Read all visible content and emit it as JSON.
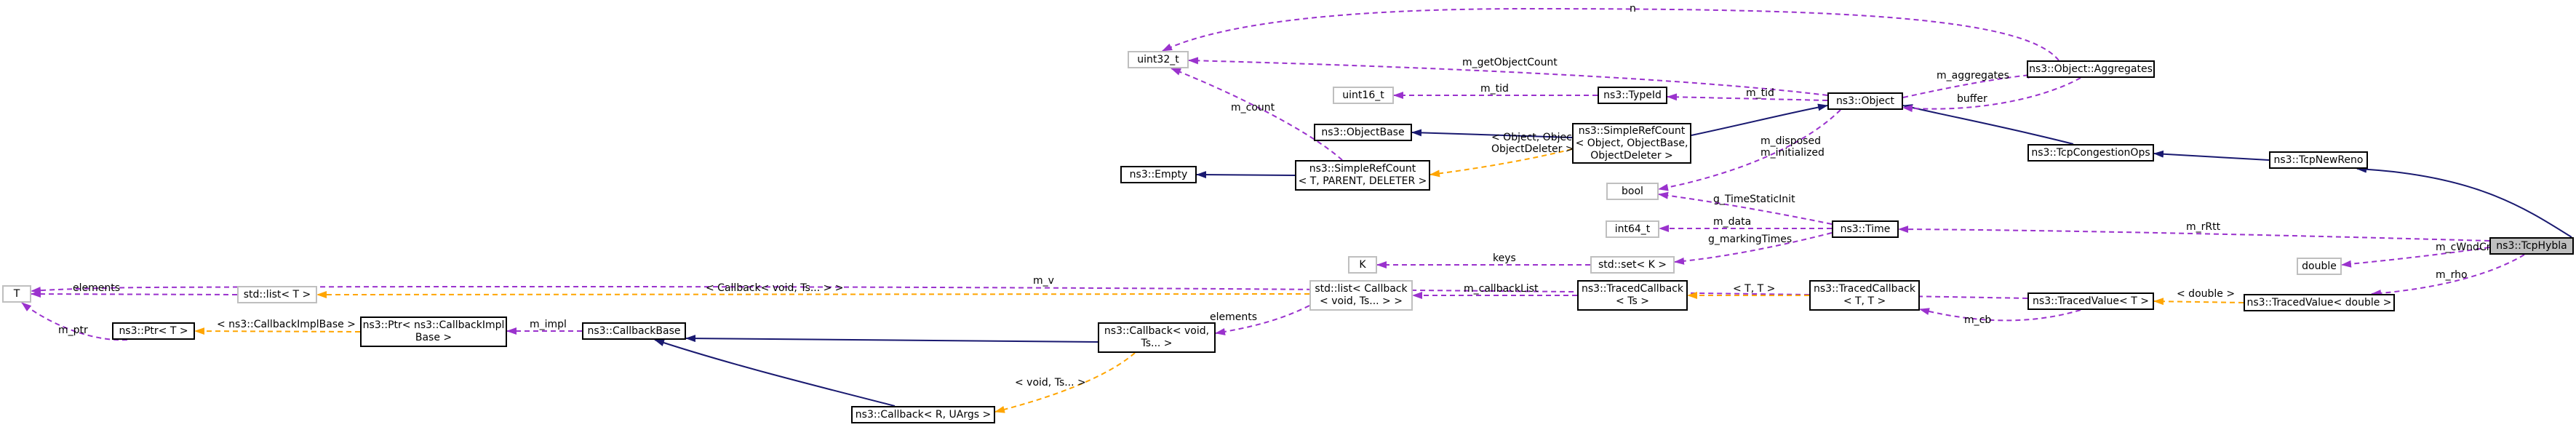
{
  "nodes": {
    "TcpHybla": [
      "ns3::TcpHybla"
    ],
    "TcpNewReno": [
      "ns3::TcpNewReno"
    ],
    "TcpCongestionOps": [
      "ns3::TcpCongestionOps"
    ],
    "Object": [
      "ns3::Object"
    ],
    "SimpleRefCountObj": [
      "ns3::SimpleRefCount",
      "< Object, ObjectBase,",
      "ObjectDeleter >"
    ],
    "ObjectBase": [
      "ns3::ObjectBase"
    ],
    "SimpleRefCountT": [
      "ns3::SimpleRefCount",
      "< T, PARENT, DELETER >"
    ],
    "Empty": [
      "ns3::Empty"
    ],
    "uint32": [
      "uint32_t"
    ],
    "uint16": [
      "uint16_t"
    ],
    "TypeId": [
      "ns3::TypeId"
    ],
    "Aggregates": [
      "ns3::Object::Aggregates"
    ],
    "bool": [
      "bool"
    ],
    "Time": [
      "ns3::Time"
    ],
    "int64": [
      "int64_t"
    ],
    "K": [
      "K"
    ],
    "stdset": [
      "std::set< K >"
    ],
    "double": [
      "double"
    ],
    "TracedValueDouble": [
      "ns3::TracedValue< double >"
    ],
    "TracedValueT": [
      "ns3::TracedValue< T >"
    ],
    "T": [
      "T"
    ],
    "stdlistT": [
      "std::list< T >"
    ],
    "PtrT": [
      "ns3::Ptr< T >"
    ],
    "PtrImpl": [
      "ns3::Ptr< ns3::CallbackImpl",
      "Base >"
    ],
    "CallbackBase": [
      "ns3::CallbackBase"
    ],
    "CallbackVoid": [
      "ns3::Callback< void,",
      "Ts... >"
    ],
    "CallbackR": [
      "ns3::Callback< R, UArgs >"
    ],
    "stdlistCb": [
      "std::list< Callback",
      "< void, Ts... > >"
    ],
    "TracedCallbackTs": [
      "ns3::TracedCallback",
      "< Ts >"
    ],
    "TracedCallbackTT": [
      "ns3::TracedCallback",
      "< T, T >"
    ]
  },
  "edge_labels": {
    "n": "n",
    "m_getObjectCount": "m_getObjectCount",
    "m_tid_typeid": "m_tid",
    "m_tid_object": "m_tid",
    "m_count": "m_count",
    "m_aggregates": "m_aggregates",
    "buffer": "buffer",
    "object_deleter": [
      "< Object, ObjectBase,",
      "ObjectDeleter >"
    ],
    "m_disposed": [
      "m_disposed",
      "m_initialized"
    ],
    "g_TimeStaticInit": "g_TimeStaticInit",
    "m_data": "m_data",
    "g_markingTimes": "g_markingTimes",
    "keys": "keys",
    "m_rRtt": "m_rRtt",
    "m_cWndCnt": "m_cWndCnt",
    "m_rho": "m_rho",
    "m_v": "m_v",
    "tpl_double": "< double >",
    "m_cb": "m_cb",
    "elements_list": "elements",
    "callback_list_tpl": "< Callback< void, Ts... > >",
    "m_ptr": "m_ptr",
    "impl_tpl": "< ns3::CallbackImplBase >",
    "m_impl": "m_impl",
    "elements_cb": "elements",
    "void_ts": "< void, Ts... >",
    "m_callbackList": "m_callbackList",
    "t_t": "< T, T >"
  },
  "colors": {
    "inheritance": "#191970",
    "usage": "#9a32cd",
    "template": "#ffa500",
    "highlight_fill": "#bfbfbf",
    "grey_border": "#bfbfbf"
  }
}
